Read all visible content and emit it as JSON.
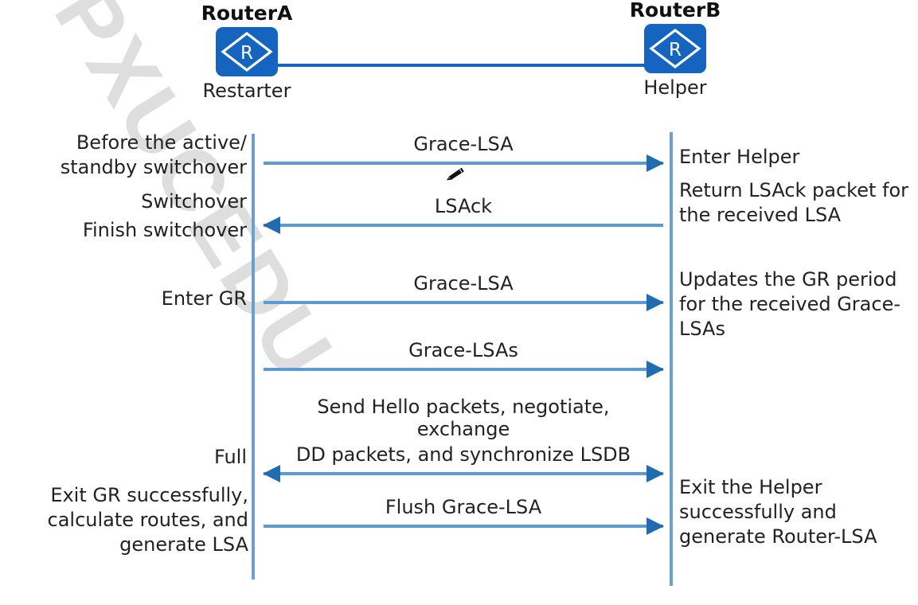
{
  "diagram": {
    "title": "OSPF Graceful Restart message sequence between RouterA (Restarter) and RouterB (Helper)",
    "watermark_text": "PXUCEDU",
    "colors": {
      "node_fill": "#1565c0",
      "link_line": "#1565c0",
      "lifeline": "#6b9fd0",
      "message_line": "#5b9bd5",
      "arrow_head": "#1f6cb0",
      "text": "#222222",
      "watermark": "#d9d9d9"
    }
  },
  "nodes": [
    {
      "id": "router-a",
      "title": "RouterA",
      "role": "Restarter",
      "icon": "router-icon",
      "icon_letter": "R"
    },
    {
      "id": "router-b",
      "title": "RouterB",
      "role": "Helper",
      "icon": "router-icon",
      "icon_letter": "R"
    }
  ],
  "messages": [
    {
      "id": "m1",
      "label": "Grace-LSA",
      "direction": "right"
    },
    {
      "id": "m2",
      "label": "LSAck",
      "direction": "left"
    },
    {
      "id": "m3",
      "label": "Grace-LSA",
      "direction": "right"
    },
    {
      "id": "m4",
      "label": "Grace-LSAs",
      "direction": "right"
    },
    {
      "id": "m5",
      "label_line1": "Send Hello packets, negotiate, exchange",
      "label_line2": "DD packets, and synchronize LSDB",
      "direction": "both"
    },
    {
      "id": "m6",
      "label": "Flush Grace-LSA",
      "direction": "right"
    }
  ],
  "left_annotations": [
    {
      "id": "la1",
      "text": "Before the active/ standby switchover"
    },
    {
      "id": "la2",
      "text": "Switchover"
    },
    {
      "id": "la3",
      "text": "Finish switchover"
    },
    {
      "id": "la4",
      "text": "Enter GR"
    },
    {
      "id": "la5",
      "text": "Full"
    },
    {
      "id": "la6",
      "text": "Exit GR successfully, calculate routes, and generate LSA"
    }
  ],
  "right_annotations": [
    {
      "id": "ra1",
      "text": "Enter Helper"
    },
    {
      "id": "ra2",
      "text": "Return LSAck packet for the received LSA"
    },
    {
      "id": "ra3",
      "text": "Updates the GR period for the received Grace-LSAs"
    },
    {
      "id": "ra4",
      "text": "Exit the Helper successfully and generate Router-LSA"
    }
  ],
  "cursor": {
    "id": "pencil-cursor",
    "icon": "pencil-icon"
  }
}
